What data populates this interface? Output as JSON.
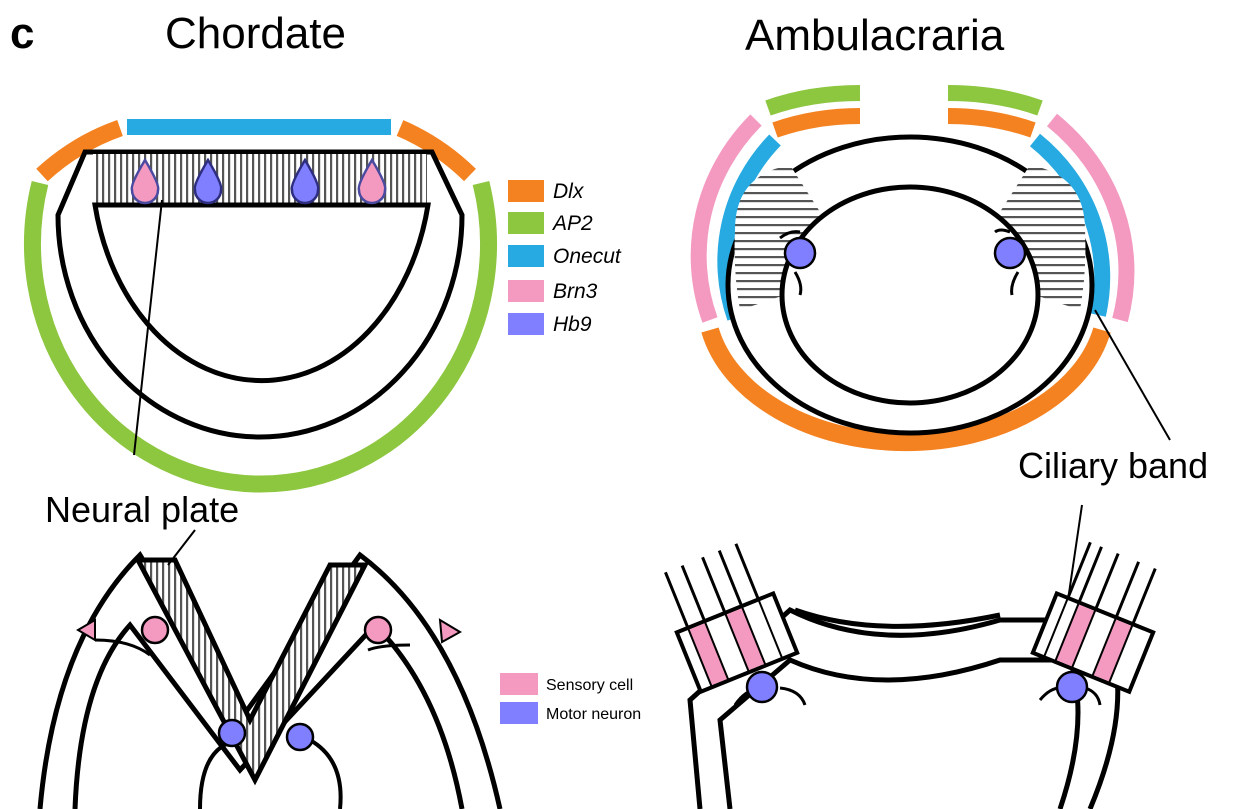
{
  "panel_letter": "c",
  "titles": {
    "left": "Chordate",
    "right": "Ambulacraria"
  },
  "annotations": {
    "neural_plate": "Neural plate",
    "ciliary_band": "Ciliary band"
  },
  "gene_legend": [
    {
      "label": "Dlx",
      "color": "#f58220"
    },
    {
      "label": "AP2",
      "color": "#8dc63f"
    },
    {
      "label": "Onecut",
      "color": "#27aae1"
    },
    {
      "label": "Brn3",
      "color": "#f49ac1"
    },
    {
      "label": "Hb9",
      "color": "#7f7fff"
    }
  ],
  "cell_legend": [
    {
      "label": "Sensory cell",
      "color": "#f49ac1"
    },
    {
      "label": "Motor neuron",
      "color": "#7f7fff"
    }
  ]
}
